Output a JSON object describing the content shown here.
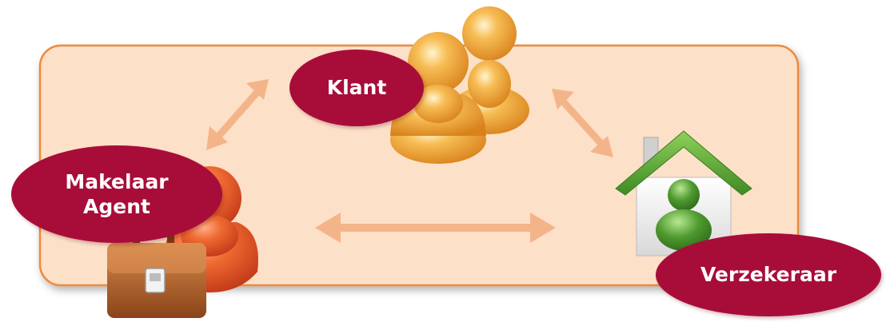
{
  "diagram": {
    "nodes": {
      "client": {
        "label": "Klant",
        "icon": "users-group-icon"
      },
      "broker": {
        "label": "Makelaar\nAgent",
        "icon": "businessperson-briefcase-icon"
      },
      "insurer": {
        "label": "Verzekeraar",
        "icon": "house-person-icon"
      }
    },
    "edges": [
      {
        "from": "broker",
        "to": "client",
        "style": "double-arrow"
      },
      {
        "from": "client",
        "to": "insurer",
        "style": "double-arrow"
      },
      {
        "from": "broker",
        "to": "insurer",
        "style": "double-arrow"
      }
    ]
  },
  "colors": {
    "panel_fill": "#fde0c8",
    "panel_border": "#ee8a3a",
    "arrow": "#f4b48a",
    "label_fill": "#a80d3a",
    "label_text": "#ffffff",
    "person_orange": "#f0a030",
    "person_red": "#e85a28",
    "briefcase": "#a85a2a",
    "roof_green": "#5aa03a",
    "house_person_green": "#3a8a2a"
  }
}
